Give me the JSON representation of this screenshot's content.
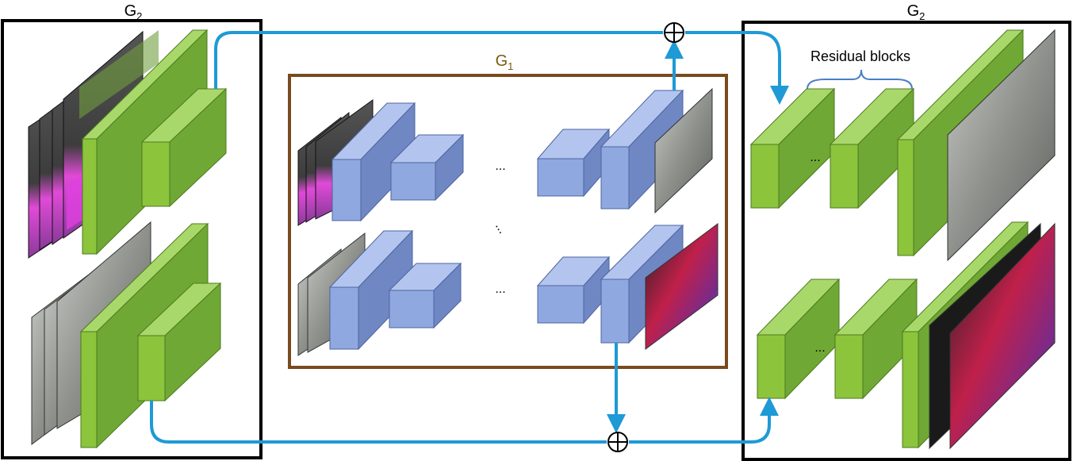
{
  "left_box": {
    "label": "G",
    "sub": "2"
  },
  "center_box": {
    "label": "G",
    "sub": "1"
  },
  "right_box": {
    "label": "G",
    "sub": "2"
  },
  "residual_label": "Residual blocks",
  "ellipsis": "...",
  "vertical_ellipsis": "...",
  "sum_symbol": "⊕",
  "colors": {
    "green_front": "#8cc43c",
    "green_top": "#a9d86a",
    "green_side": "#6fa834",
    "blue_front": "#8fa9e0",
    "blue_top": "#b3c5ee",
    "blue_side": "#6f88c4",
    "arrow": "#1e9ad6",
    "g1_frame": "#7a4a1e",
    "g1_label": "#7a5a10",
    "brace": "#4a7fc4"
  }
}
